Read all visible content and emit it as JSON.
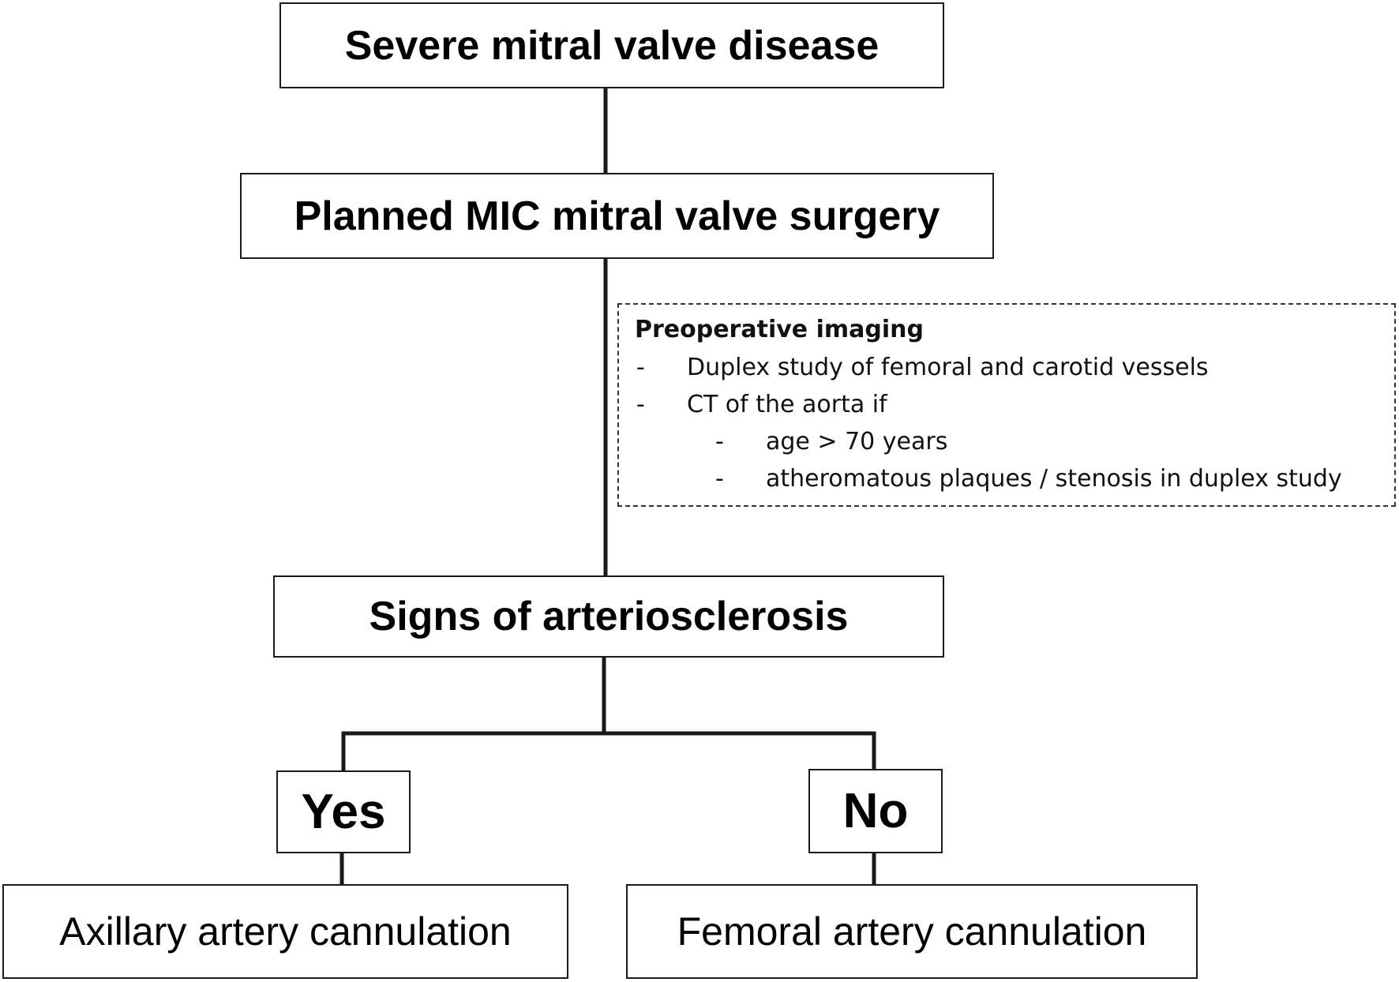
{
  "nodes": {
    "severe": "Severe mitral valve disease",
    "planned": "Planned MIC mitral valve surgery",
    "signs": "Signs of arteriosclerosis",
    "yes": "Yes",
    "no": "No",
    "axillary": "Axillary artery cannulation",
    "femoral": "Femoral artery cannulation"
  },
  "note": {
    "title": "Preoperative imaging",
    "items": [
      {
        "bullet": "-",
        "text": "Duplex study of femoral and carotid vessels"
      },
      {
        "bullet": "-",
        "text": "CT of the aorta if"
      },
      {
        "bullet": "-",
        "text": "age > 70 years"
      },
      {
        "bullet": "-",
        "text": "atheromatous plaques / stenosis in duplex study"
      }
    ]
  },
  "colors": {
    "line": "#1a1a1a",
    "border": "#1a1a1a",
    "note_border": "#333333",
    "background": "#ffffff"
  }
}
